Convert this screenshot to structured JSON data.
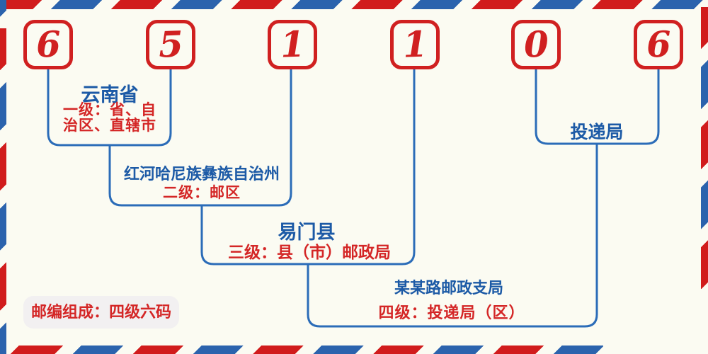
{
  "postal_code": {
    "digits": [
      "6",
      "5",
      "1",
      "1",
      "0",
      "6"
    ]
  },
  "levels": [
    {
      "region": "云南省",
      "desc_line1": "一级：省、自",
      "desc_line2": "治区、直辖市"
    },
    {
      "region": "红河哈尼族彝族自治州",
      "desc": "二级：邮区"
    },
    {
      "region": "易门县",
      "desc": "三级：县（市）邮政局"
    },
    {
      "region": "某某路邮政支局",
      "desc": "四级：投递局（区）"
    }
  ],
  "delivery_office_label": "投递局",
  "footer": {
    "composition_label": "邮编组成：四级六码"
  },
  "colors": {
    "digit_red": "#d02020",
    "line_blue": "#2b6cb8",
    "text_blue": "#1c5aa6",
    "text_red": "#d42626",
    "stripe_red": "#d11c1c",
    "stripe_blue": "#2b63ad",
    "background": "#fbfbf2",
    "label_background": "#f2f0f1"
  }
}
